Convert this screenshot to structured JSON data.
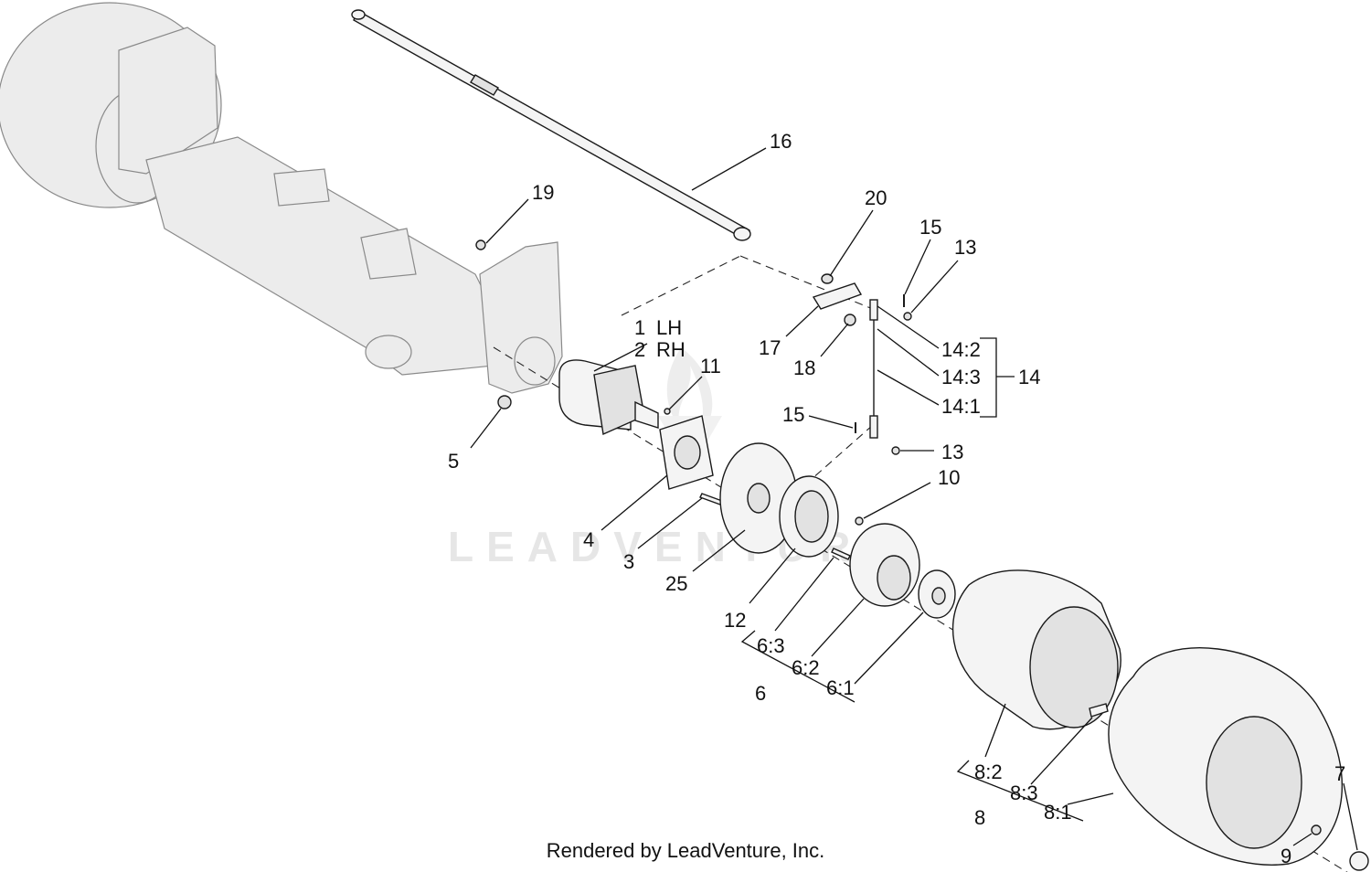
{
  "watermark": {
    "text": "LEADVENTURE"
  },
  "footer": {
    "text": "Rendered by LeadVenture, Inc."
  },
  "callouts": {
    "c1": "1",
    "c1_lh": "LH",
    "c2": "2",
    "c2_rh": "RH",
    "c3": "3",
    "c4": "4",
    "c5": "5",
    "c6": "6",
    "c6_1": "6:1",
    "c6_2": "6:2",
    "c6_3": "6:3",
    "c7": "7",
    "c8": "8",
    "c8_1": "8:1",
    "c8_2": "8:2",
    "c8_3": "8:3",
    "c9": "9",
    "c10": "10",
    "c11": "11",
    "c12": "12",
    "c13a": "13",
    "c13b": "13",
    "c14": "14",
    "c14_1": "14:1",
    "c14_2": "14:2",
    "c14_3": "14:3",
    "c15a": "15",
    "c15b": "15",
    "c16": "16",
    "c17": "17",
    "c18": "18",
    "c19": "19",
    "c20": "20",
    "c25": "25"
  }
}
